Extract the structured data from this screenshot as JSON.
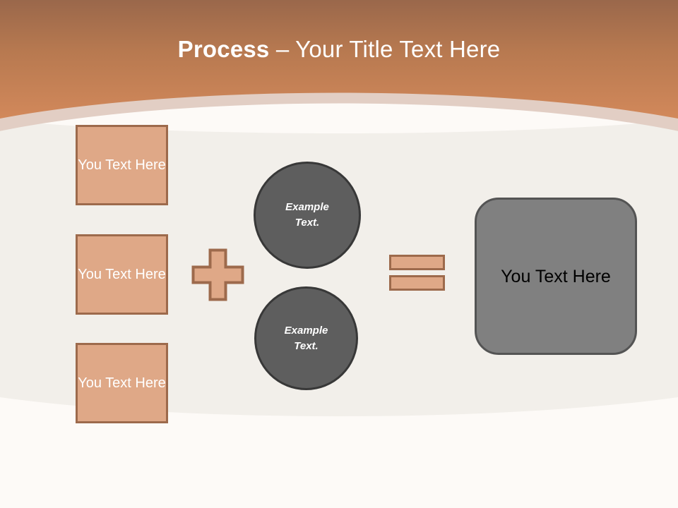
{
  "slide": {
    "title": {
      "bold_part": "Process",
      "rest_part": " – Your Title Text Here"
    },
    "header": {
      "gradient_top": "#9A6A4E",
      "gradient_bottom": "#D08759",
      "band_color": "#E2CEC4"
    },
    "background": {
      "base_color": "#FDFAF7",
      "panel_color": "#F2EFEA"
    }
  },
  "input_boxes": [
    {
      "label": "You Text Here",
      "fill": "#DFA887",
      "border": "#9D6A4C"
    },
    {
      "label": "You Text Here",
      "fill": "#DFA887",
      "border": "#9D6A4C"
    },
    {
      "label": "You Text Here",
      "fill": "#DFA887",
      "border": "#9D6A4C"
    }
  ],
  "operators": {
    "plus": {
      "symbol": "+",
      "name": "plus-sign",
      "fill": "#DFA887",
      "border": "#9D6A4C"
    },
    "equals": {
      "symbol": "=",
      "name": "equals-sign",
      "fill": "#DFA887",
      "border": "#9D6A4C"
    }
  },
  "circles": [
    {
      "line1": "Example",
      "line2": "Text.",
      "fill": "#5E5E5E",
      "border": "#383838"
    },
    {
      "line1": "Example",
      "line2": "Text.",
      "fill": "#5E5E5E",
      "border": "#383838"
    }
  ],
  "result": {
    "label": "You Text Here",
    "fill": "#808080",
    "border": "#545454"
  }
}
